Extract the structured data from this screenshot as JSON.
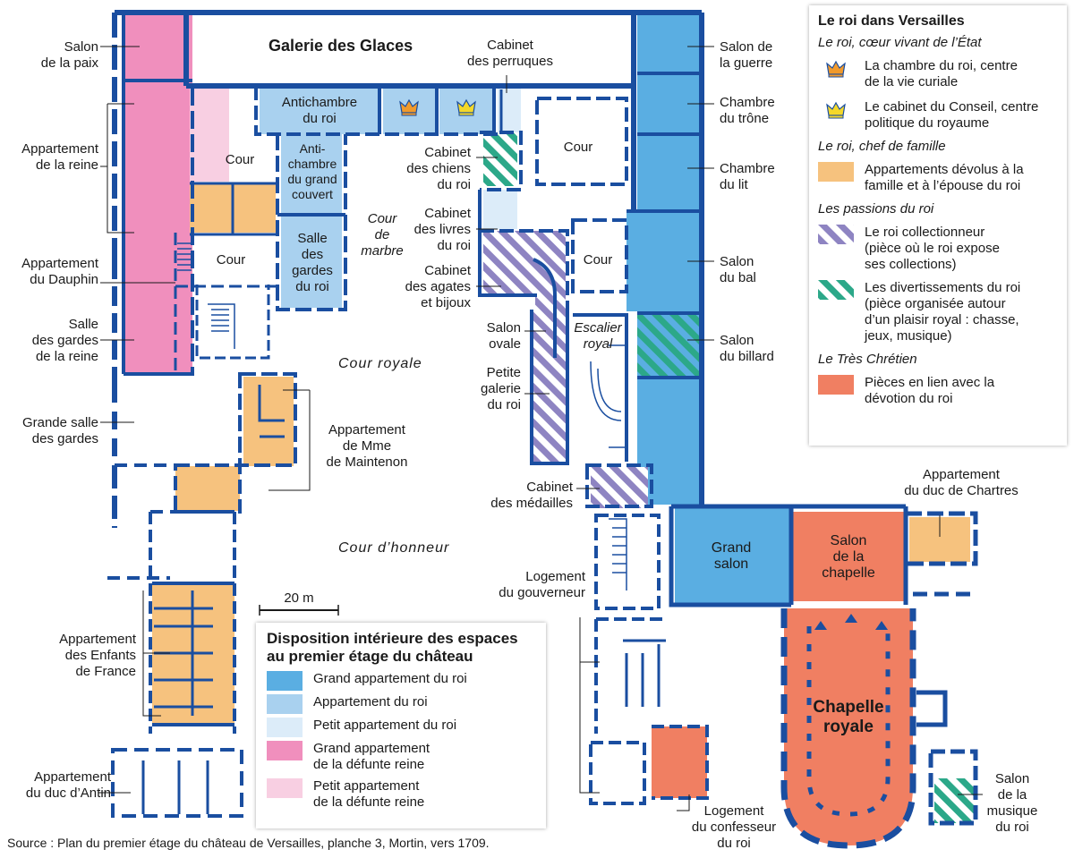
{
  "colors": {
    "wall": "#1a4ea0",
    "grand_appartement_roi": "#5aaee2",
    "appartement_roi": "#a9d1ef",
    "petit_appartement_roi": "#dcecf9",
    "grand_appartement_reine": "#f08fbd",
    "petit_appartement_reine": "#f8cfe2",
    "famille": "#f6c27e",
    "devotion": "#f07f62",
    "collectionneur": "#8e84c2",
    "divertissements": "#2ca889",
    "crown_orange": "#f19a2c",
    "crown_yellow": "#f4d82a"
  },
  "map": {
    "labels": {
      "galerie": "Galerie des Glaces",
      "salon_paix": [
        "Salon",
        "de la paix"
      ],
      "appartement_reine": [
        "Appartement",
        "de la reine"
      ],
      "appartement_dauphin": [
        "Appartement",
        "du Dauphin"
      ],
      "salle_gardes_reine": [
        "Salle",
        "des gardes",
        "de la reine"
      ],
      "grande_salle_gardes": [
        "Grande salle",
        "des gardes"
      ],
      "appartement_maintenon": [
        "Appartement",
        "de Mme",
        "de Maintenon"
      ],
      "appartement_enfants": [
        "Appartement",
        "des Enfants",
        "de France"
      ],
      "appartement_antin": [
        "Appartement",
        "du duc d’Antin"
      ],
      "antichambre_roi": [
        "Antichambre",
        "du roi"
      ],
      "antichambre_grand_couvert": [
        "Anti-",
        "chambre",
        "du grand",
        "couvert"
      ],
      "salle_gardes_roi": [
        "Salle",
        "des",
        "gardes",
        "du roi"
      ],
      "cabinet_perruques": [
        "Cabinet",
        "des perruques"
      ],
      "cabinet_chiens": [
        "Cabinet",
        "des chiens",
        "du roi"
      ],
      "cabinet_livres": [
        "Cabinet",
        "des livres",
        "du roi"
      ],
      "cabinet_agates": [
        "Cabinet",
        "des agates",
        "et bijoux"
      ],
      "salon_ovale": [
        "Salon",
        "ovale"
      ],
      "petite_galerie": [
        "Petite",
        "galerie",
        "du roi"
      ],
      "cabinet_medailles": [
        "Cabinet",
        "des médailles"
      ],
      "logement_gouverneur": [
        "Logement",
        "du gouverneur"
      ],
      "logement_confesseur": [
        "Logement",
        "du confesseur",
        "du roi"
      ],
      "salon_guerre": [
        "Salon de",
        "la guerre"
      ],
      "chambre_trone": [
        "Chambre",
        "du trône"
      ],
      "chambre_lit": [
        "Chambre",
        "du lit"
      ],
      "salon_bal": [
        "Salon",
        "du bal"
      ],
      "salon_billard": [
        "Salon",
        "du billard"
      ],
      "appartement_chartres": [
        "Appartement",
        "du duc de Chartres"
      ],
      "grand_salon": [
        "Grand",
        "salon"
      ],
      "salon_chapelle": [
        "Salon",
        "de la",
        "chapelle"
      ],
      "chapelle_royale": [
        "Chapelle",
        "royale"
      ],
      "salon_musique": [
        "Salon",
        "de la",
        "musique",
        "du roi"
      ],
      "escalier_royal": [
        "Escalier",
        "royal"
      ],
      "cour": "Cour",
      "cour_marbre": [
        "Cour",
        "de",
        "marbre"
      ],
      "cour_royale": "Cour royale",
      "cour_honneur": "Cour d’honneur"
    },
    "scale_label": "20 m"
  },
  "legend_roi": {
    "title": "Le roi dans Versailles",
    "section1": "Le roi, cœur vivant de l’État",
    "item_chambre": [
      "La chambre du roi, centre",
      "de la vie curiale"
    ],
    "item_conseil": [
      "Le cabinet du Conseil, centre",
      "politique du royaume"
    ],
    "section2": "Le roi, chef de famille",
    "item_famille": [
      "Appartements dévolus à la",
      "famille et à l’épouse du roi"
    ],
    "section3": "Les passions du roi",
    "item_collection": [
      "Le roi collectionneur",
      "(pièce où le roi expose",
      "ses collections)"
    ],
    "item_divert": [
      "Les divertissements du roi",
      "(pièce organisée autour",
      "d’un plaisir royal : chasse,",
      "jeux, musique)"
    ],
    "section4": "Le Très Chrétien",
    "item_devotion": [
      "Pièces en lien avec la",
      "dévotion du roi"
    ]
  },
  "legend_dispo": {
    "title": [
      "Disposition intérieure des espaces",
      "au premier étage du château"
    ],
    "items": [
      "Grand appartement du roi",
      "Appartement du roi",
      "Petit appartement du roi",
      "Grand appartement\nde la défunte reine",
      "Petit appartement\nde la défunte reine"
    ]
  },
  "source": "Source : Plan du premier étage du château de Versailles, planche 3, Mortin, vers 1709."
}
